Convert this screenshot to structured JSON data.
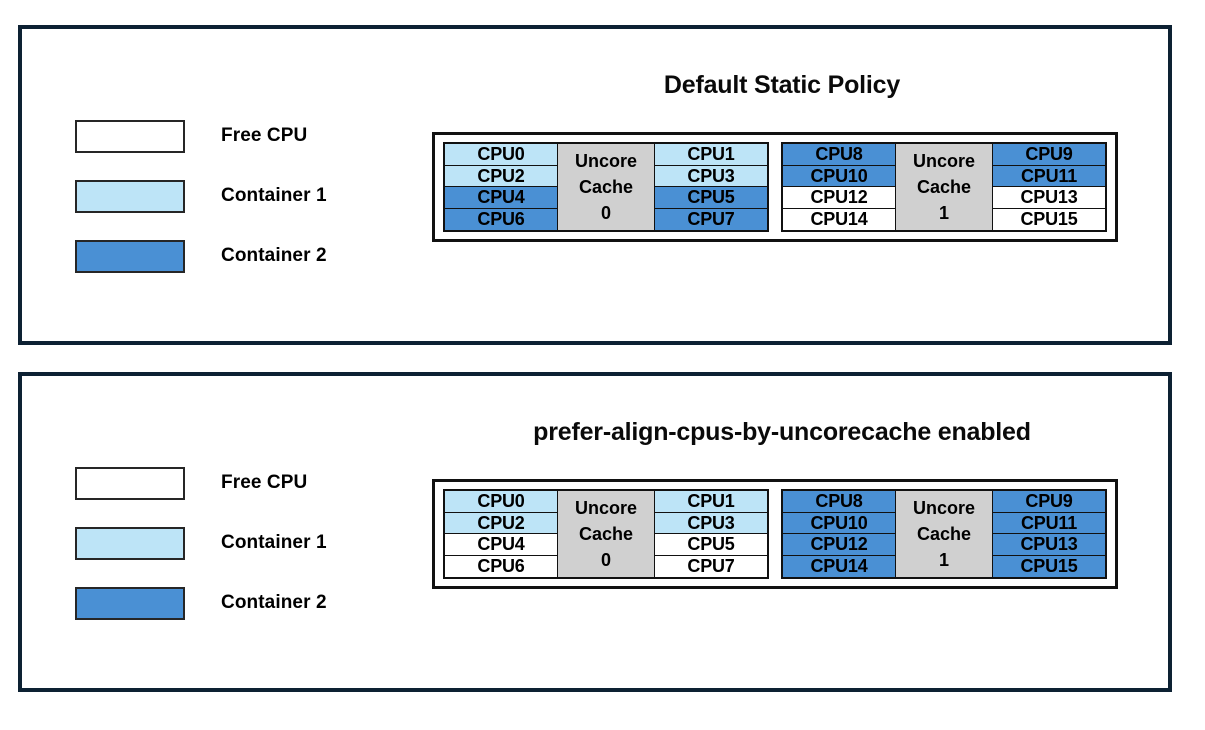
{
  "legend": {
    "items": [
      {
        "label": "Free CPU",
        "fill": "#ffffff",
        "key": "free"
      },
      {
        "label": "Container 1",
        "fill": "#bde4f7",
        "key": "container1"
      },
      {
        "label": "Container 2",
        "fill": "#4a90d4",
        "key": "container2"
      }
    ]
  },
  "colors": {
    "free": "#ffffff",
    "container1": "#bde4f7",
    "container2": "#4a90d4",
    "cache": "#d0d0d0",
    "panel_border": "#0d2133",
    "cell_border": "#111111"
  },
  "panels": [
    {
      "title": "Default Static Policy",
      "cache_groups": [
        {
          "cache_label_line1": "Uncore",
          "cache_label_line2": "Cache",
          "cache_label_line3": "0",
          "left_column": [
            {
              "label": "CPU0",
              "state": "container1"
            },
            {
              "label": "CPU2",
              "state": "container1"
            },
            {
              "label": "CPU4",
              "state": "container2"
            },
            {
              "label": "CPU6",
              "state": "container2"
            }
          ],
          "right_column": [
            {
              "label": "CPU1",
              "state": "container1"
            },
            {
              "label": "CPU3",
              "state": "container1"
            },
            {
              "label": "CPU5",
              "state": "container2"
            },
            {
              "label": "CPU7",
              "state": "container2"
            }
          ]
        },
        {
          "cache_label_line1": "Uncore",
          "cache_label_line2": "Cache",
          "cache_label_line3": "1",
          "left_column": [
            {
              "label": "CPU8",
              "state": "container2"
            },
            {
              "label": "CPU10",
              "state": "container2"
            },
            {
              "label": "CPU12",
              "state": "free"
            },
            {
              "label": "CPU14",
              "state": "free"
            }
          ],
          "right_column": [
            {
              "label": "CPU9",
              "state": "container2"
            },
            {
              "label": "CPU11",
              "state": "container2"
            },
            {
              "label": "CPU13",
              "state": "free"
            },
            {
              "label": "CPU15",
              "state": "free"
            }
          ]
        }
      ]
    },
    {
      "title": "prefer-align-cpus-by-uncorecache enabled",
      "cache_groups": [
        {
          "cache_label_line1": "Uncore",
          "cache_label_line2": "Cache",
          "cache_label_line3": "0",
          "left_column": [
            {
              "label": "CPU0",
              "state": "container1"
            },
            {
              "label": "CPU2",
              "state": "container1"
            },
            {
              "label": "CPU4",
              "state": "free"
            },
            {
              "label": "CPU6",
              "state": "free"
            }
          ],
          "right_column": [
            {
              "label": "CPU1",
              "state": "container1"
            },
            {
              "label": "CPU3",
              "state": "container1"
            },
            {
              "label": "CPU5",
              "state": "free"
            },
            {
              "label": "CPU7",
              "state": "free"
            }
          ]
        },
        {
          "cache_label_line1": "Uncore",
          "cache_label_line2": "Cache",
          "cache_label_line3": "1",
          "left_column": [
            {
              "label": "CPU8",
              "state": "container2"
            },
            {
              "label": "CPU10",
              "state": "container2"
            },
            {
              "label": "CPU12",
              "state": "container2"
            },
            {
              "label": "CPU14",
              "state": "container2"
            }
          ],
          "right_column": [
            {
              "label": "CPU9",
              "state": "container2"
            },
            {
              "label": "CPU11",
              "state": "container2"
            },
            {
              "label": "CPU13",
              "state": "container2"
            },
            {
              "label": "CPU15",
              "state": "container2"
            }
          ]
        }
      ]
    }
  ]
}
